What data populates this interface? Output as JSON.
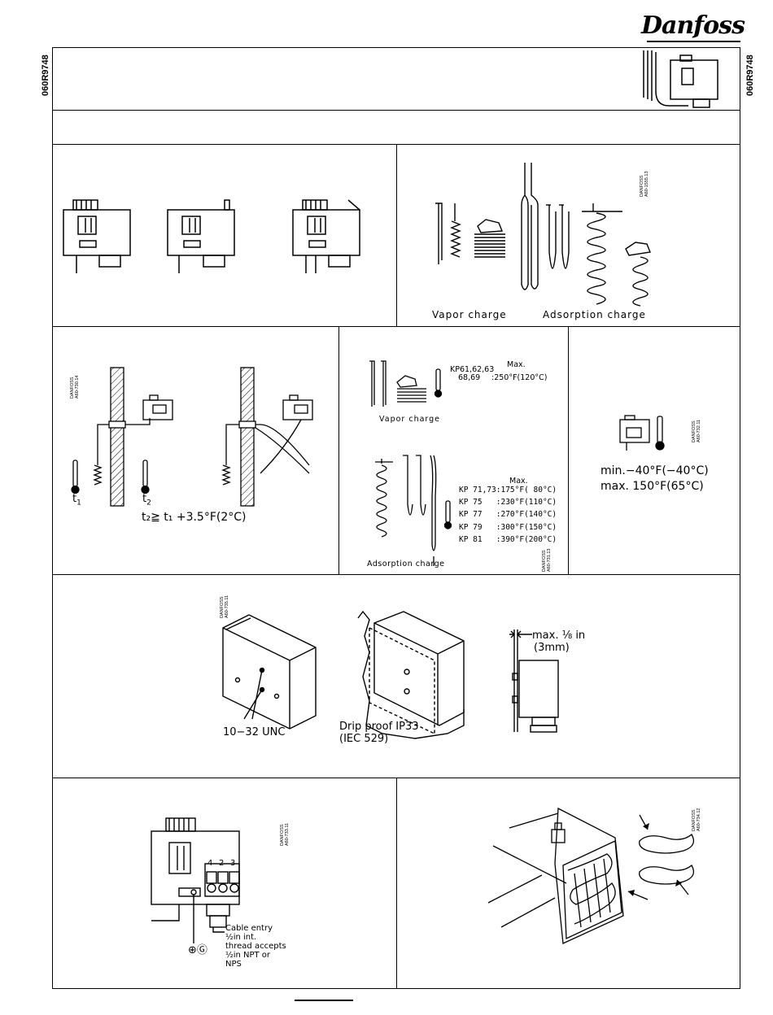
{
  "brand": {
    "logo_text": "Danfoss"
  },
  "doc_code": "060R9748",
  "panel2": {
    "vapor_label": "Vapor charge",
    "adsorption_label": "Adsorption charge",
    "code": "DANFOSS\nA60-1555.13"
  },
  "panel3": {
    "code": "DANFOSS\nA60-730.14",
    "t1": "t",
    "t1_sub": "1",
    "t2": "t",
    "t2_sub": "2",
    "formula": "t₂≧ t₁ +3.5°F(2°C)"
  },
  "panel4": {
    "vapor_models_line1": "KP61,62,63",
    "vapor_models_line2": "68,69",
    "vapor_max_header": "Max.",
    "vapor_max_value": ":250°F(120°C)",
    "vapor_label": "Vapor charge",
    "ads_max_header": "Max.",
    "ads_rows": [
      "KP 71,73:175°F( 80°C)",
      "KP 75   :230°F(110°C)",
      "KP 77   :270°F(140°C)",
      "KP 79   :300°F(150°C)",
      "KP 81   :390°F(200°C)"
    ],
    "ads_label": "Adsorption charge",
    "code": "DANFOSS\nA60-731.13"
  },
  "panel5": {
    "min_text": "min.−40°F(−40°C)",
    "max_text": "max. 150°F(65°C)",
    "code": "DANFOSS\nA60-732.11"
  },
  "panel6": {
    "code": "DANFOSS\nA60-735.11",
    "screw_label": "10−32 UNC",
    "drip_line1": "Drip proof IP33",
    "drip_line2": "(IEC 529)",
    "gap_line1": "max. ⅛ in",
    "gap_line2": "(3mm)"
  },
  "panel7": {
    "code": "DANFOSS\nA60-733.11",
    "terminals": [
      "4",
      "2",
      "3"
    ],
    "cable_lines": [
      "Cable entry",
      "½in int.",
      "thread accepts",
      "½in NPT or",
      "NPS"
    ],
    "ground_symbol": "⊕Ⓖ"
  },
  "panel8": {
    "code": "DANFOSS\nA60-734.12"
  }
}
